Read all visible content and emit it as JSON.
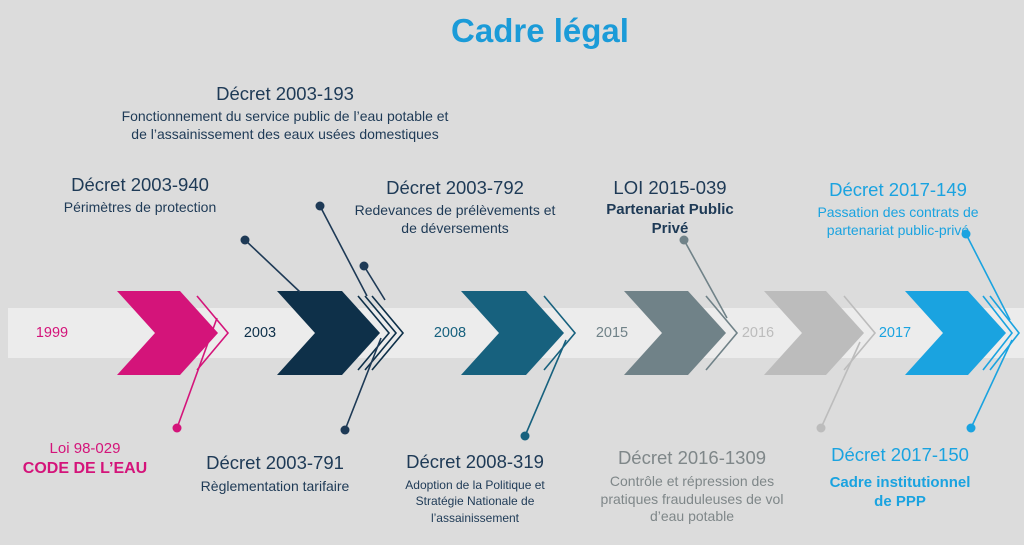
{
  "title": "Cadre légal",
  "colors": {
    "title": "#1b9bd8",
    "magenta": "#d4147a",
    "dark_navy": "#0e3049",
    "teal": "#17617e",
    "slate": "#708288",
    "light_grey": "#bcbcbc",
    "sky_blue": "#1aa3e0",
    "text_dark": "#1e3a56",
    "text_grey": "#7f8789"
  },
  "years": [
    "1999",
    "2003",
    "2008",
    "2015",
    "2016",
    "2017"
  ],
  "blocks": {
    "b1999": {
      "line1": "Loi 98-029",
      "line2": "CODE DE L’EAU"
    },
    "b2003_940": {
      "title": "Décret 2003-940",
      "desc": "Périmètres de protection"
    },
    "b2003_193": {
      "title": "Décret 2003-193",
      "desc1": "Fonctionnement du service public de l’eau potable et",
      "desc2": "de l’assainissement des eaux usées domestiques"
    },
    "b2003_792": {
      "title": "Décret 2003-792",
      "desc1": "Redevances de prélèvements et",
      "desc2": "de déversements"
    },
    "b2003_791": {
      "title": "Décret 2003-791",
      "desc": "Règlementation tarifaire"
    },
    "b2008_319": {
      "title": "Décret 2008-319",
      "desc1": "Adoption de la Politique et",
      "desc2": "Stratégie Nationale de",
      "desc3": "l’assainissement"
    },
    "b2015_039": {
      "title": "LOI 2015-039",
      "desc1": "Partenariat Public",
      "desc2": "Privé"
    },
    "b2016_1309": {
      "title": "Décret 2016-1309",
      "desc1": "Contrôle et répression des",
      "desc2": "pratiques frauduleuses de vol",
      "desc3": "d’eau potable"
    },
    "b2017_149": {
      "title": "Décret 2017-149",
      "desc1": "Passation des contrats de",
      "desc2": "partenariat public-privé"
    },
    "b2017_150": {
      "title": "Décret 2017-150",
      "desc1": "Cadre institutionnel",
      "desc2": "de PPP"
    }
  }
}
